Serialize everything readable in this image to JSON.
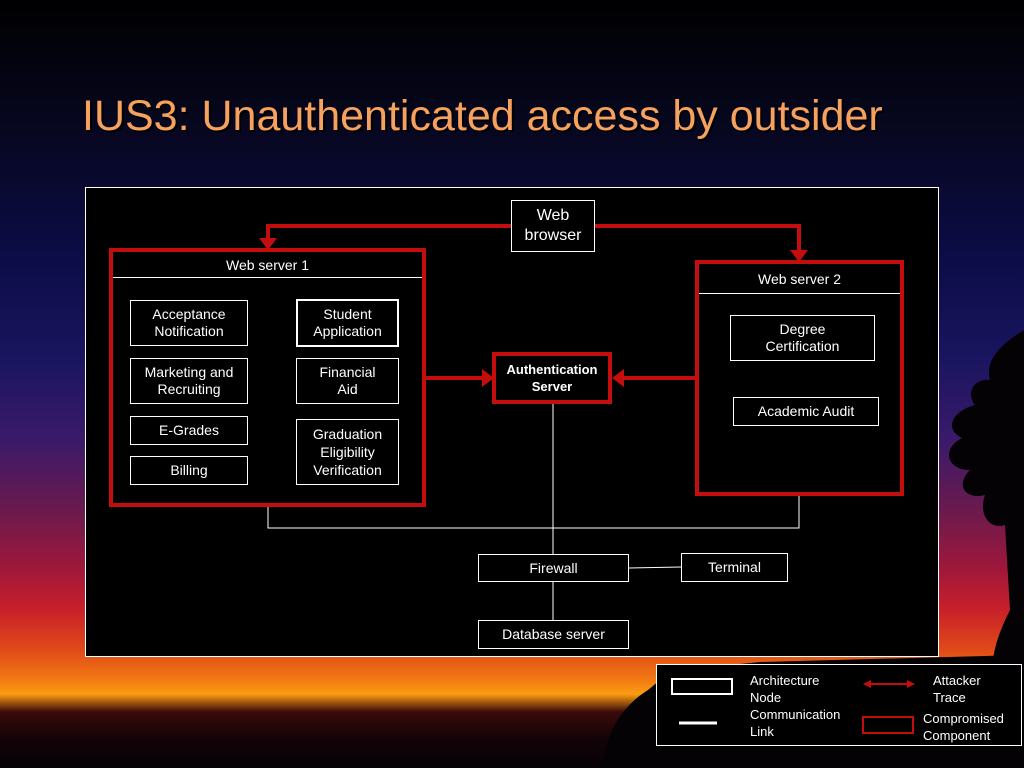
{
  "slide": {
    "title": "IUS3: Unauthenticated access by outsider"
  },
  "diagram": {
    "web_browser": [
      "Web",
      "browser"
    ],
    "web_server_1": {
      "title": "Web server 1",
      "components": {
        "acceptance_notification": [
          "Acceptance",
          "Notification"
        ],
        "student_application": [
          "Student",
          "Application"
        ],
        "marketing_recruiting": [
          "Marketing and",
          "Recruiting"
        ],
        "financial_aid": [
          "Financial",
          "Aid"
        ],
        "e_grades": "E-Grades",
        "graduation_eligibility": [
          "Graduation",
          "Eligibility",
          "Verification"
        ],
        "billing": "Billing"
      }
    },
    "authentication_server": [
      "Authentication",
      "Server"
    ],
    "web_server_2": {
      "title": "Web server 2",
      "components": {
        "degree_certification": [
          "Degree",
          "Certification"
        ],
        "academic_audit": "Academic Audit"
      }
    },
    "firewall": "Firewall",
    "terminal": "Terminal",
    "database_server": "Database server"
  },
  "legend": {
    "architecture_node": [
      "Architecture",
      "Node"
    ],
    "communication_link": [
      "Communication",
      "Link"
    ],
    "attacker_trace": [
      "Attacker",
      "Trace"
    ],
    "compromised_component": [
      "Compromised",
      "Component"
    ]
  },
  "colors": {
    "compromised": "#c40d0d",
    "title": "#f6a25e",
    "node_border": "#ffffff"
  }
}
